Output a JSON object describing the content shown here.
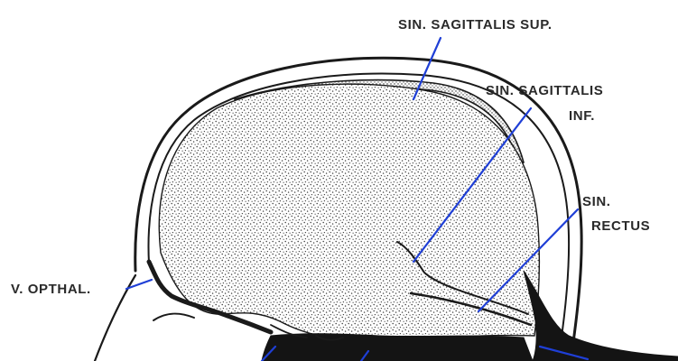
{
  "labels": {
    "sin_sag_sup": "SIN. SAGITTALIS SUP.",
    "sin_sag_inf_line1": "SIN. SAGITTALIS",
    "sin_sag_inf_line2": "INF.",
    "sin_rectus_line1": "SIN.",
    "sin_rectus_line2": "RECTUS",
    "v_opthal": "V. OPTHAL."
  },
  "colors": {
    "leader_line": "#1f3fd6",
    "outline": "#1a1a1a",
    "stipple": "#3a3a3a"
  }
}
